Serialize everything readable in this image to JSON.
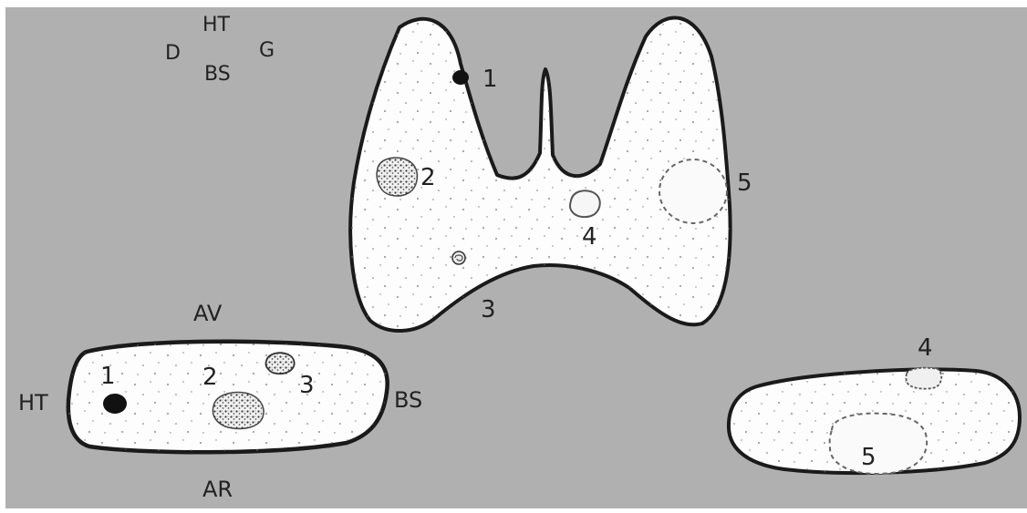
{
  "colors": {
    "background": "#b0b0b0",
    "organ_fill": "#fdfdfd",
    "outline": "#1a1a1a",
    "text": "#222222"
  },
  "orientation_key": {
    "top": "HT",
    "left": "D",
    "right": "G",
    "bottom": "BS"
  },
  "frontal_view": {
    "nodules": [
      {
        "label": "1",
        "style": "solid-black"
      },
      {
        "label": "2",
        "style": "coarse-stippled"
      },
      {
        "label": "3",
        "style": "small-swirled"
      },
      {
        "label": "4",
        "style": "hollow-outlined"
      },
      {
        "label": "5",
        "style": "dashed-outline"
      }
    ]
  },
  "left_section": {
    "labels": {
      "top": "AV",
      "bottom": "AR",
      "left": "HT",
      "right": "BS"
    },
    "nodules": [
      {
        "label": "1",
        "style": "solid-black"
      },
      {
        "label": "2",
        "style": "coarse-stippled"
      },
      {
        "label": "3",
        "style": "small-swirled"
      }
    ]
  },
  "right_section": {
    "nodules": [
      {
        "label": "4",
        "style": "hollow-outlined"
      },
      {
        "label": "5",
        "style": "dashed-outline"
      }
    ]
  }
}
